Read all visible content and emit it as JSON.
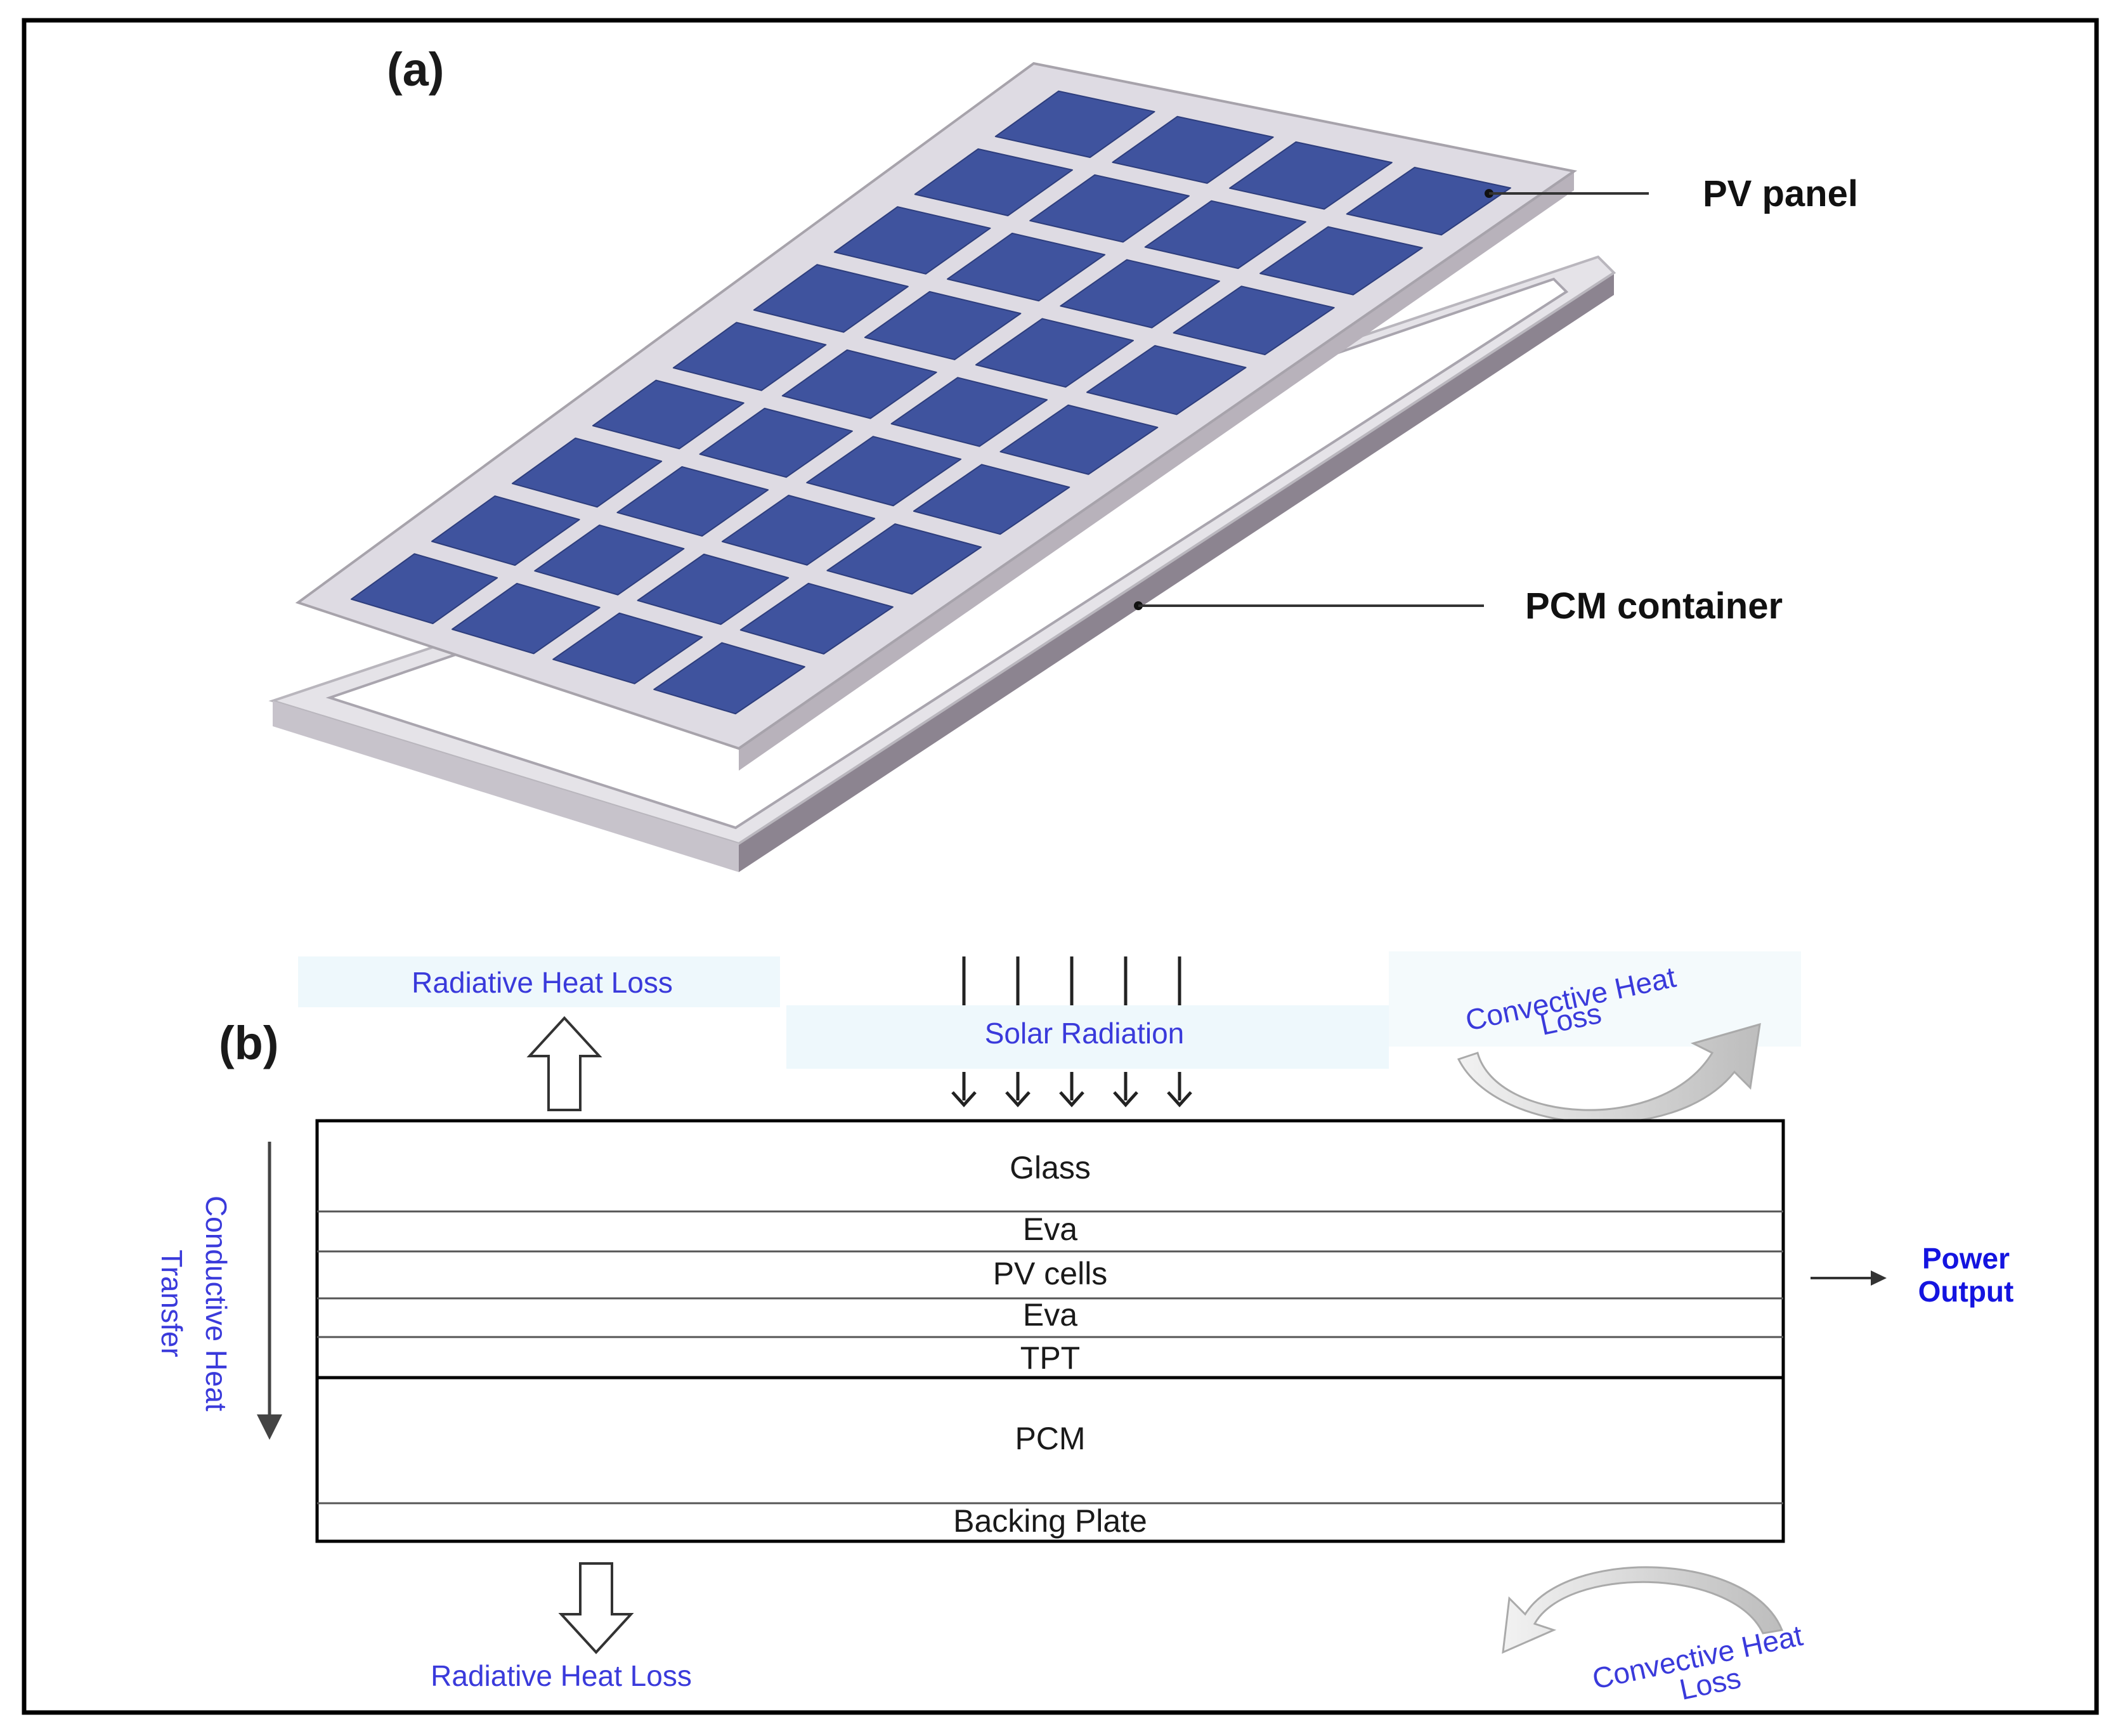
{
  "panel_a": {
    "label": "(a)",
    "callouts": {
      "pv_panel": "PV panel",
      "pcm_container": "PCM container"
    }
  },
  "panel_b": {
    "label": "(b)",
    "layers": [
      "Glass",
      "Eva",
      "PV cells",
      "Eva",
      "TPT",
      "PCM",
      "Backing Plate"
    ],
    "labels": {
      "solar_radiation": "Solar Radiation",
      "radiative_top": "Radiative Heat Loss",
      "radiative_bottom": "Radiative Heat Loss",
      "convective_top_line1": "Convective Heat",
      "convective_top_line2": "Loss",
      "convective_bottom_line1": "Convective Heat",
      "convective_bottom_line2": "Loss",
      "conductive_line1": "Conductive Heat",
      "conductive_line2": "Transfer",
      "power_line1": "Power",
      "power_line2": "Output"
    }
  },
  "colors": {
    "cell_blue": "#3f539e",
    "frame": "#d9d7de",
    "label_blue": "#3a3adb",
    "power_blue": "#1414e0"
  }
}
